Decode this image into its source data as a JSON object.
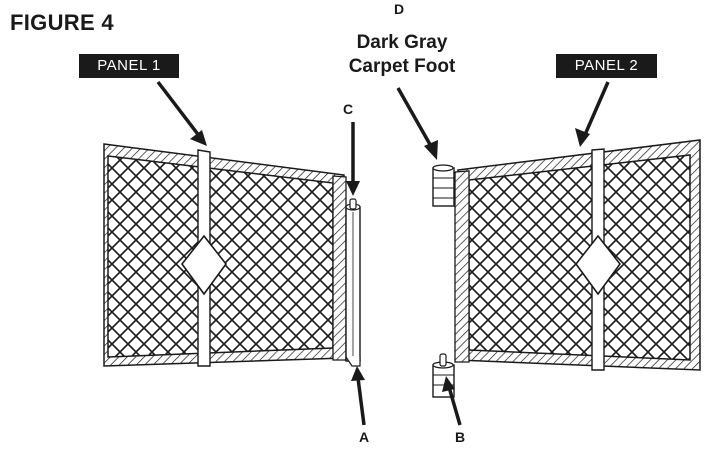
{
  "figure": {
    "title": "FIGURE 4"
  },
  "panels": {
    "panel1_label": "PANEL 1",
    "panel2_label": "PANEL 2"
  },
  "callouts": {
    "a": "A",
    "b": "B",
    "c": "C",
    "d": "D",
    "d_line1": "Dark Gray",
    "d_line2": "Carpet Foot"
  }
}
